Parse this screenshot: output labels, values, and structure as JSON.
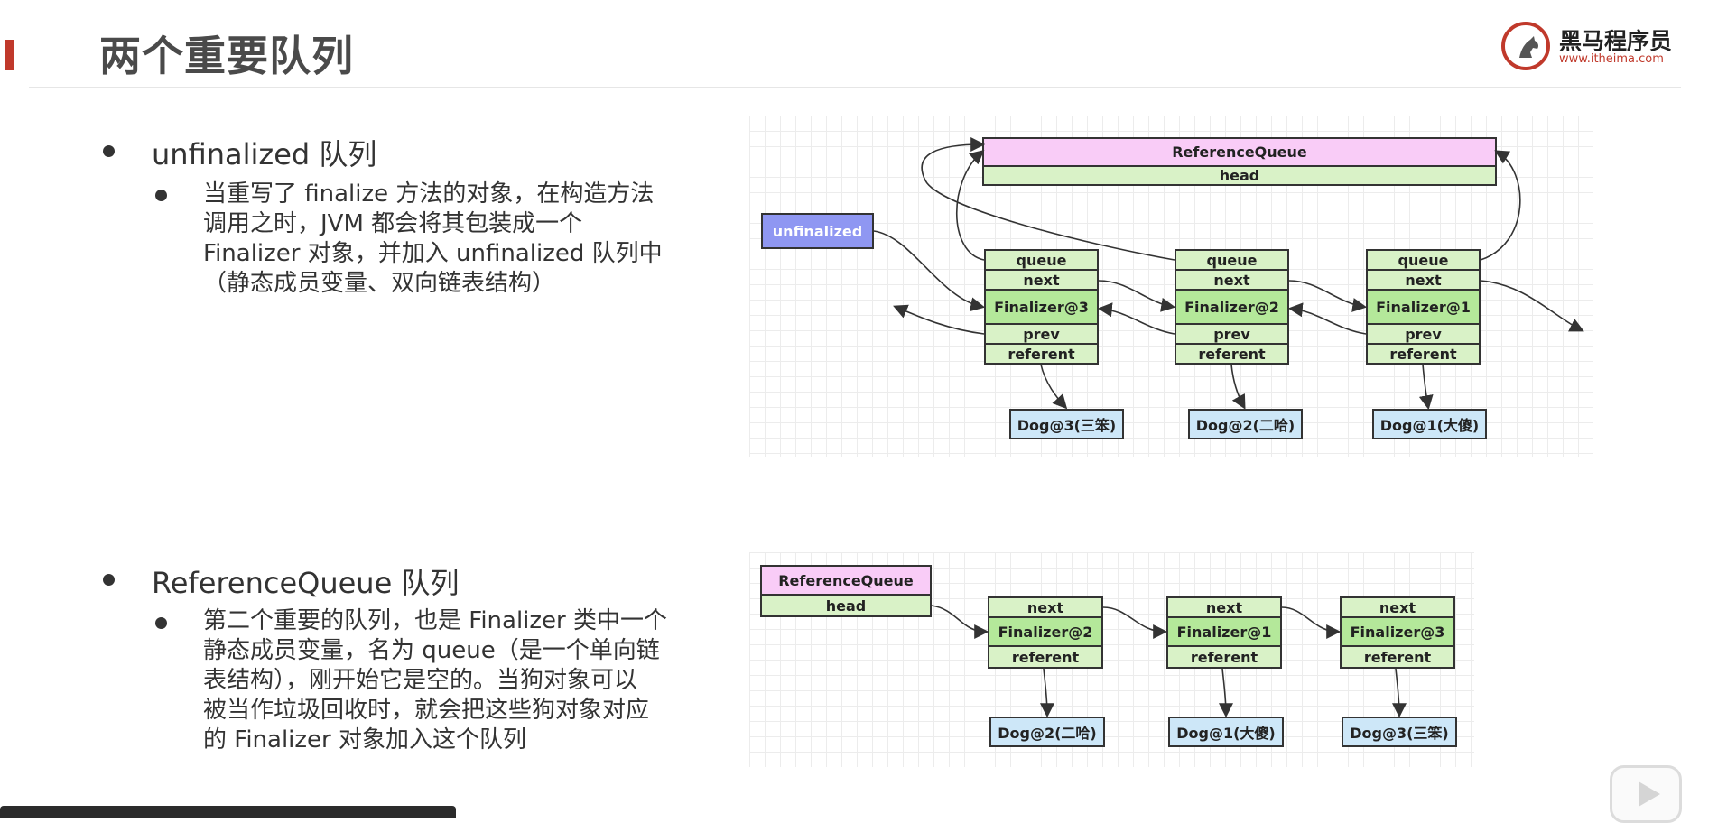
{
  "slide": {
    "title": "两个重要队列",
    "accent_color": "#c0392b"
  },
  "logo": {
    "name": "黑马程序员",
    "url": "www.itheima.com",
    "icon": "horse-logo-icon"
  },
  "section1": {
    "heading": "unfinalized 队列",
    "paragraph_lines": [
      "当重写了 finalize 方法的对象，在构造方法",
      "调用之时，JVM 都会将其包装成一个",
      "Finalizer 对象，并加入 unfinalized 队列中",
      "（静态成员变量、双向链表结构）"
    ]
  },
  "section2": {
    "heading": "ReferenceQueue 队列",
    "paragraph_lines": [
      "第二个重要的队列，也是 Finalizer 类中一个",
      "静态成员变量，名为 queue（是一个单向链",
      "表结构），刚开始它是空的。当狗对象可以",
      "被当作垃圾回收时，就会把这些狗对象对应",
      "的 Finalizer 对象加入这个队列"
    ]
  },
  "diagram1": {
    "queue_box": {
      "label": "ReferenceQueue",
      "field": "head"
    },
    "unfinalized_label": "unfinalized",
    "nodes": [
      {
        "fields": [
          "queue",
          "next"
        ],
        "name": "Finalizer@3",
        "tail": [
          "prev",
          "referent"
        ],
        "dog": "Dog@3(三笨)"
      },
      {
        "fields": [
          "queue",
          "next"
        ],
        "name": "Finalizer@2",
        "tail": [
          "prev",
          "referent"
        ],
        "dog": "Dog@2(二哈)"
      },
      {
        "fields": [
          "queue",
          "next"
        ],
        "name": "Finalizer@1",
        "tail": [
          "prev",
          "referent"
        ],
        "dog": "Dog@1(大傻)"
      }
    ]
  },
  "diagram2": {
    "queue_box": {
      "label": "ReferenceQueue",
      "field": "head"
    },
    "nodes": [
      {
        "next": "next",
        "name": "Finalizer@2",
        "referent": "referent",
        "dog": "Dog@2(二哈)"
      },
      {
        "next": "next",
        "name": "Finalizer@1",
        "referent": "referent",
        "dog": "Dog@1(大傻)"
      },
      {
        "next": "next",
        "name": "Finalizer@3",
        "referent": "referent",
        "dog": "Dog@3(三笨)"
      }
    ]
  },
  "colors": {
    "node_green": "#d9f2c7",
    "node_name_green": "#b4e89a",
    "queue_pink": "#f9ccf7",
    "dog_blue": "#cde7f8",
    "unfinalized_purple": "#8f97f2"
  },
  "player": {
    "icon": "play-icon"
  }
}
